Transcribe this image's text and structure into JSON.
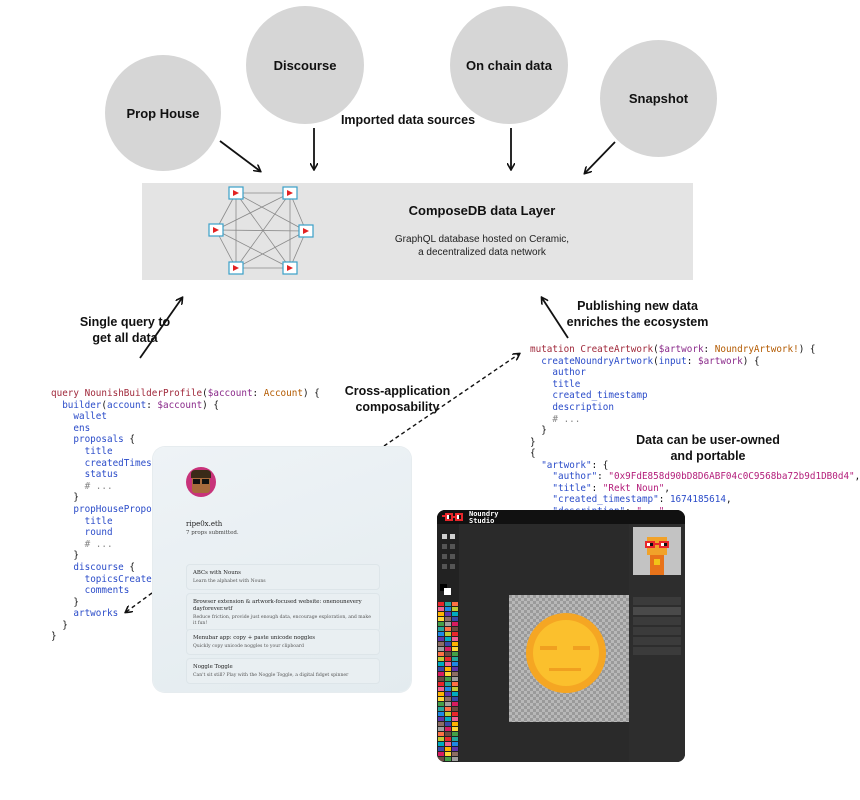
{
  "sources": {
    "prop_house": "Prop House",
    "discourse": "Discourse",
    "on_chain": "On chain data",
    "snapshot": "Snapshot",
    "caption": "Imported data sources"
  },
  "data_layer": {
    "title": "ComposeDB data Layer",
    "desc_line1": "GraphQL database hosted on Ceramic,",
    "desc_line2": "a decentralized data network"
  },
  "annotations": {
    "single_query_1": "Single query to",
    "single_query_2": "get all data",
    "publishing_1": "Publishing new data",
    "publishing_2": "enriches the ecosystem",
    "cross_app_1": "Cross-application",
    "cross_app_2": "composability",
    "user_owned_1": "Data can be user-owned",
    "user_owned_2": "and portable"
  },
  "query": {
    "keyword": "query",
    "name": "NounishBuilderProfile",
    "arg_var": "$account",
    "arg_type": "Account",
    "builder": "builder",
    "builder_arg": "account",
    "builder_var": "$account",
    "wallet": "wallet",
    "ens": "ens",
    "proposals": "proposals",
    "title": "title",
    "createdTimestamp": "createdTimestamp",
    "status": "status",
    "comment": "# ...",
    "propHouseProposal": "propHouseProposal",
    "round": "round",
    "discourse": "discourse",
    "topicsCreated": "topicsCreated",
    "comments": "comments",
    "artworks": "artworks"
  },
  "mutation": {
    "keyword": "mutation",
    "name": "CreateArtwork",
    "arg_var": "$artwork",
    "arg_type": "NoundryArtwork!",
    "create": "createNoundryArtwork",
    "input": "input",
    "input_var": "$artwork",
    "author": "author",
    "title": "title",
    "created_timestamp": "created_timestamp",
    "description": "description",
    "comment": "# ..."
  },
  "payload": {
    "artwork_key": "\"artwork\"",
    "author_key": "\"author\"",
    "author_val": "\"0x9FdE858d90bD8D6ABF04c0C9568ba72b9d1DB0d4\"",
    "title_key": "\"title\"",
    "title_val": "\"Rekt Noun\"",
    "ts_key": "\"created_timestamp\"",
    "ts_val": "1674185614",
    "desc_key": "\"description\"",
    "desc_val": "\"...\"",
    "comment": "# ..."
  },
  "profile_card": {
    "username": "ripe0x.eth",
    "summary": "7 props submitted.",
    "items": [
      {
        "title": "ABCs with Nouns",
        "desc": "Learn the alphabet with Nouns"
      },
      {
        "title": "Browser extension & artwork-focused website: onenounevery dayforever.wtf",
        "desc": "Reduce friction, provide just enough data, encourage exploration, and make it fun!"
      },
      {
        "title": "Menubar app: copy + paste unicode noggles",
        "desc": "Quickly copy unicode noggles to your clipboard"
      },
      {
        "title": "Noggle Toggle",
        "desc": "Can't sit still? Play with the Noggle Toggle, a digital fidget spinner"
      }
    ]
  },
  "editor": {
    "logo": "Noundry\nStudio"
  },
  "colors": {
    "circle": "#d6d6d6",
    "layer_bg": "#e4e4e4",
    "keyword": "#a0293b",
    "field": "#2b4cc9",
    "type": "#b35a00",
    "string": "#b31d7a"
  }
}
